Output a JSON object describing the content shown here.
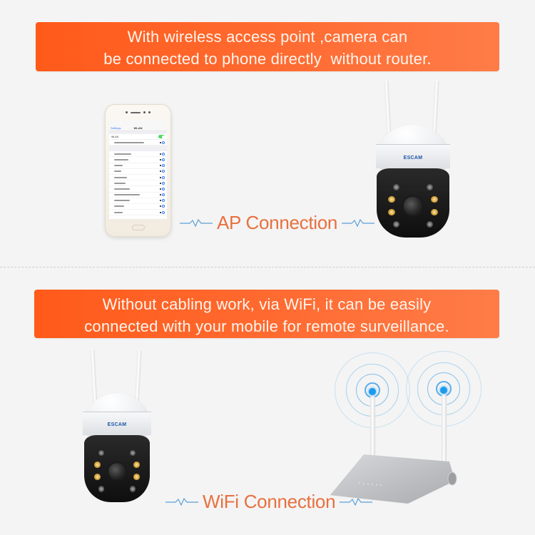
{
  "sections": {
    "ap": {
      "banner_lines": [
        "With wireless access point ,camera can",
        "be connected to phone directly  without router."
      ],
      "caption": "AP Connection"
    },
    "wifi": {
      "banner_lines": [
        "Without cabling work, via WiFi, it can be easily",
        "connected with your mobile for remote surveillance."
      ],
      "caption": "WiFi Connection"
    }
  },
  "phone": {
    "nav_back": "Settings",
    "nav_title": "WLAN",
    "wifi_label": "WLAN",
    "wifi_enabled": true,
    "network_rows": 11
  },
  "camera": {
    "brand": "ESCAM"
  },
  "colors": {
    "banner_start": "#ff5a1a",
    "banner_end": "#ff7c48",
    "caption_text": "#e8703e",
    "wave_line": "#5a9fd8",
    "background": "#f4f4f4",
    "signal_blue": "#1a9bf0",
    "brand_blue": "#1d55a8"
  }
}
